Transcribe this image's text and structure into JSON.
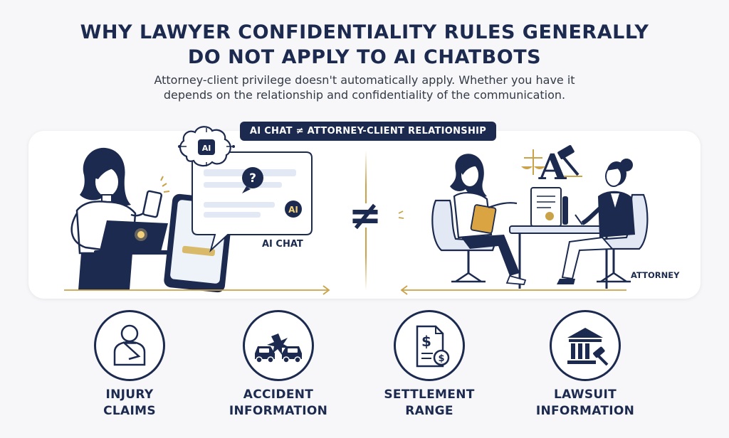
{
  "header": {
    "title_line1": "WHY LAWYER CONFIDENTIALITY RULES GENERALLY",
    "title_line2": "DO NOT APPLY TO AI CHATBOTS",
    "subtitle_line1": "Attorney-client privilege doesn't automatically apply. Whether you have it",
    "subtitle_line2": "depends on the relationship and confidentiality of the communication."
  },
  "comparison": {
    "badge": "AI CHAT ≠ ATTORNEY-CLIENT RELATIONSHIP",
    "left_label": "AI CHAT",
    "right_label": "ATTORNEY",
    "ai_chip": "AI",
    "brain_chip": "AI",
    "question_mark": "?",
    "not_equal": "≠",
    "logo_letter": "A"
  },
  "categories": [
    {
      "line1": "INJURY",
      "line2": "CLAIMS",
      "icon": "injured-person-icon"
    },
    {
      "line1": "ACCIDENT",
      "line2": "INFORMATION",
      "icon": "car-crash-icon"
    },
    {
      "line1": "SETTLEMENT",
      "line2": "RANGE",
      "icon": "settlement-document-icon"
    },
    {
      "line1": "LAWSUIT",
      "line2": "INFORMATION",
      "icon": "courthouse-gavel-icon"
    }
  ],
  "colors": {
    "navy": "#1b2a4e",
    "gold": "#c9a24a",
    "light_blue": "#e3e9f4",
    "background": "#f7f7f9"
  }
}
